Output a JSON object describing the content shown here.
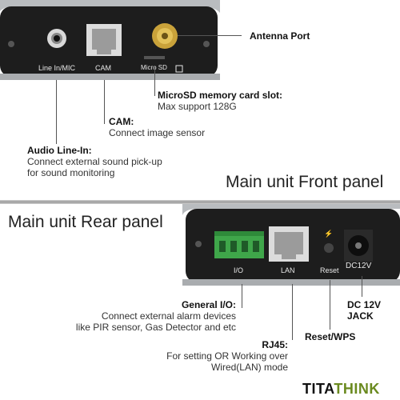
{
  "front_panel": {
    "title": "Main unit Front panel",
    "port_labels": {
      "line_in": "Line In/MIC",
      "cam": "CAM",
      "micro_sd": "Micro SD"
    },
    "callouts": {
      "antenna": {
        "title": "Antenna Port"
      },
      "microsd": {
        "title": "MicroSD memory card slot:",
        "desc": "Max support 128G"
      },
      "cam": {
        "title": "CAM:",
        "desc": "Connect image sensor"
      },
      "audio": {
        "title": "Audio Line-In:",
        "desc_line1": "Connect external sound pick-up",
        "desc_line2": "for sound monitoring"
      }
    }
  },
  "rear_panel": {
    "title": "Main unit Rear panel",
    "port_labels": {
      "io": "I/O",
      "lan": "LAN",
      "reset": "Reset",
      "dc": "DC12V"
    },
    "callouts": {
      "gpio": {
        "title": "General I/O:",
        "desc_line1": "Connect external alarm devices",
        "desc_line2": "like PIR sensor, Gas Detector and etc"
      },
      "rj45": {
        "title": "RJ45:",
        "desc_line1": "For setting OR Working over",
        "desc_line2": "Wired(LAN) mode"
      },
      "reset": {
        "title": "Reset/WPS"
      },
      "dc": {
        "title_line1": "DC 12V",
        "title_line2": "JACK"
      }
    }
  },
  "brand": {
    "part1": "TITA",
    "part2": "THINK",
    "color1": "#111111",
    "color2": "#6a8a1f"
  },
  "colors": {
    "device_body": "#1d1d1d",
    "terminal_block": "#3fa64a",
    "antenna_gold": "#c9a23a",
    "leader_line": "#555555"
  }
}
